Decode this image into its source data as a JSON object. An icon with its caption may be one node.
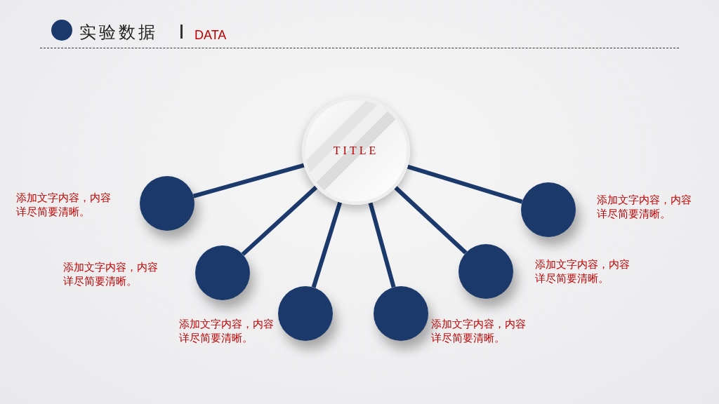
{
  "diagram": {
    "title": "实验数据",
    "nodes": [
      {
        "text": [
          "TITLE"
        ]
      },
      {
        "text": [],
        "shape": "circle",
        "beside": [
          "添加文字内容，内容详尽简要清晰。"
        ]
      },
      {
        "text": [],
        "shape": "circle",
        "beside": [
          "添加文字内容，内容详尽简要清晰。"
        ]
      },
      {
        "text": [],
        "shape": "circle",
        "beside": [
          "添加文字内容，内容详尽简要清晰。"
        ]
      },
      {
        "text": [],
        "shape": "circle",
        "beside": [
          "添加文字内容，内容详尽简要清晰。"
        ]
      },
      {
        "text": [],
        "shape": "circle",
        "beside": [
          "添加文字内容，内容详尽简要清晰。"
        ]
      },
      {
        "text": [],
        "shape": "circle",
        "beside": [
          "添加文字内容，内容详尽简要清晰。"
        ]
      }
    ],
    "edges": [
      {
        "from": 0,
        "to": 1,
        "arrow": "none"
      },
      {
        "from": 0,
        "to": 2,
        "arrow": "none"
      },
      {
        "from": 0,
        "to": 3,
        "arrow": "none"
      },
      {
        "from": 0,
        "to": 4,
        "arrow": "none"
      },
      {
        "from": 0,
        "to": 5,
        "arrow": "none"
      },
      {
        "from": 0,
        "to": 6,
        "arrow": "none"
      }
    ],
    "labels": [
      "DATA"
    ]
  }
}
